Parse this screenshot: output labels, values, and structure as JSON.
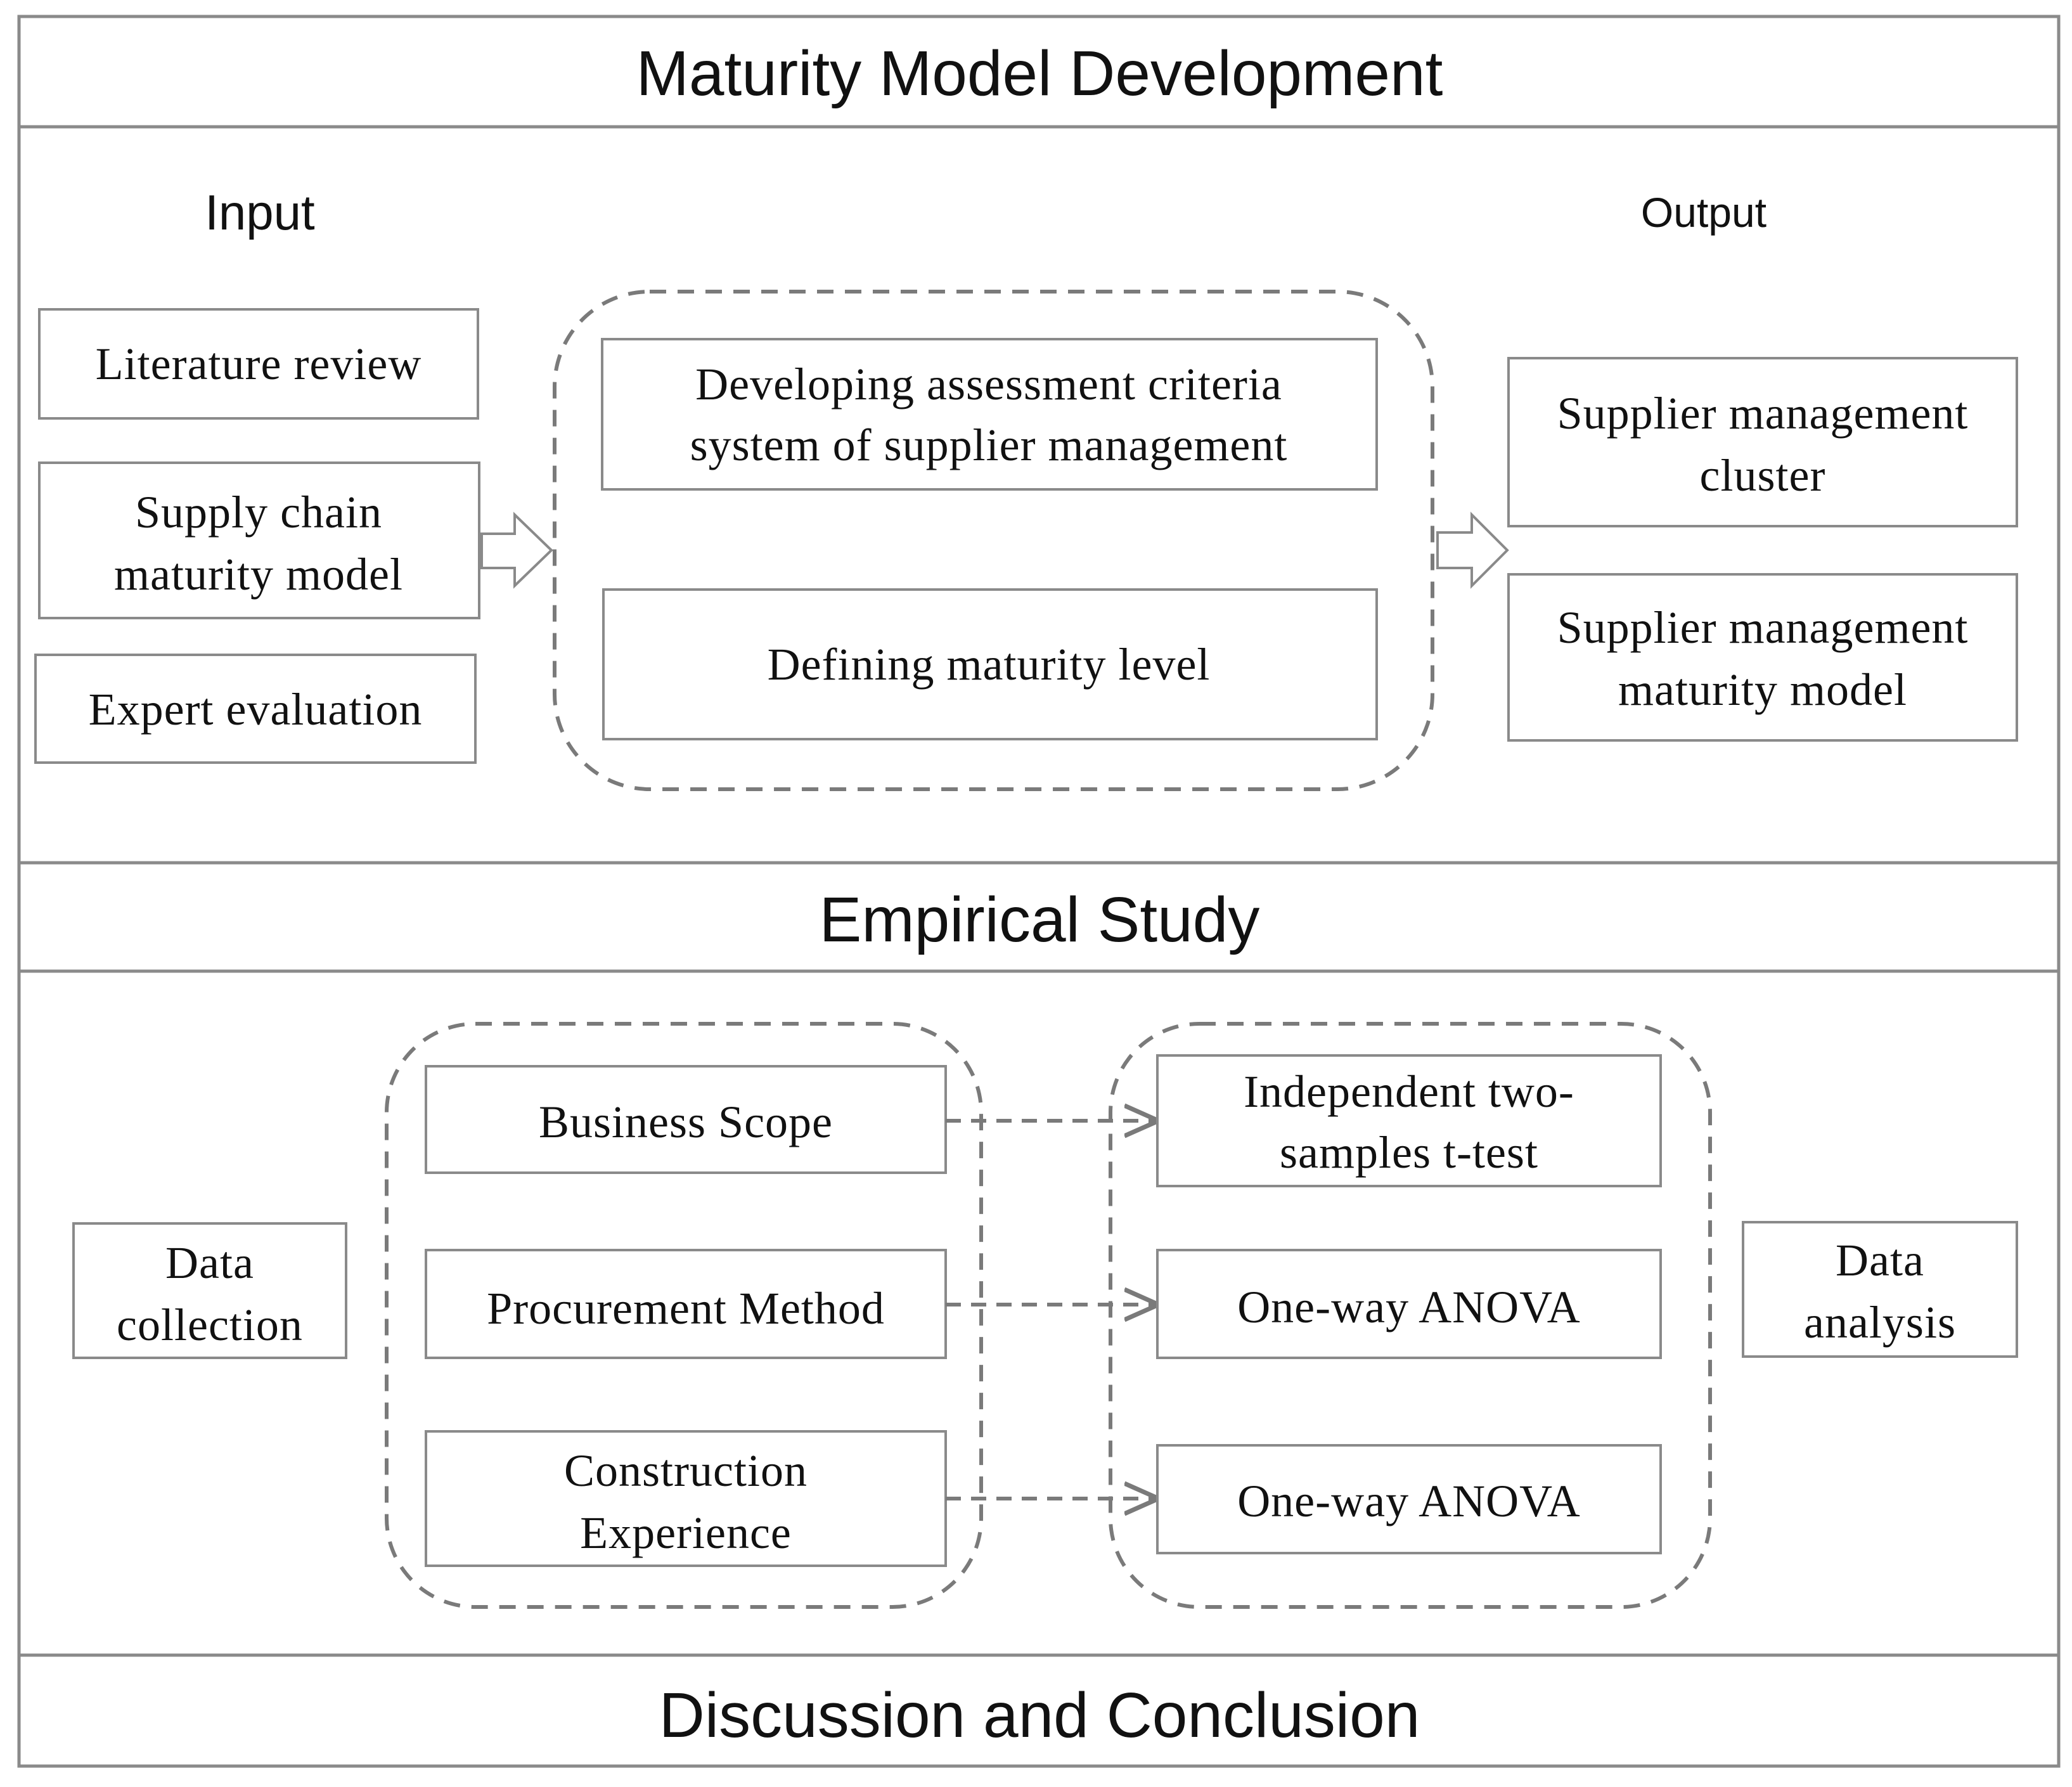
{
  "sections": {
    "maturity": "Maturity Model Development",
    "empirical": "Empirical Study",
    "discussion": "Discussion and Conclusion"
  },
  "labels": {
    "input": "Input",
    "output": "Output"
  },
  "inputs": {
    "literature_review": "Literature review",
    "supply_chain": [
      "Supply chain",
      "maturity model"
    ],
    "expert_evaluation": "Expert evaluation"
  },
  "process": {
    "criteria": [
      "Developing assessment criteria",
      "system of supplier management"
    ],
    "maturity_level": "Defining maturity level"
  },
  "outputs": {
    "cluster": [
      "Supplier management",
      "cluster"
    ],
    "model": [
      "Supplier management",
      "maturity model"
    ]
  },
  "empirical": {
    "data_collection": [
      "Data",
      "collection"
    ],
    "data_analysis": [
      "Data",
      "analysis"
    ],
    "factors": {
      "business_scope": "Business Scope",
      "procurement_method": "Procurement Method",
      "construction_experience": [
        "Construction",
        "Experience"
      ]
    },
    "tests": {
      "t_test": [
        "Independent two-",
        "samples t-test"
      ],
      "anova_1": "One-way ANOVA",
      "anova_2": "One-way ANOVA"
    }
  }
}
